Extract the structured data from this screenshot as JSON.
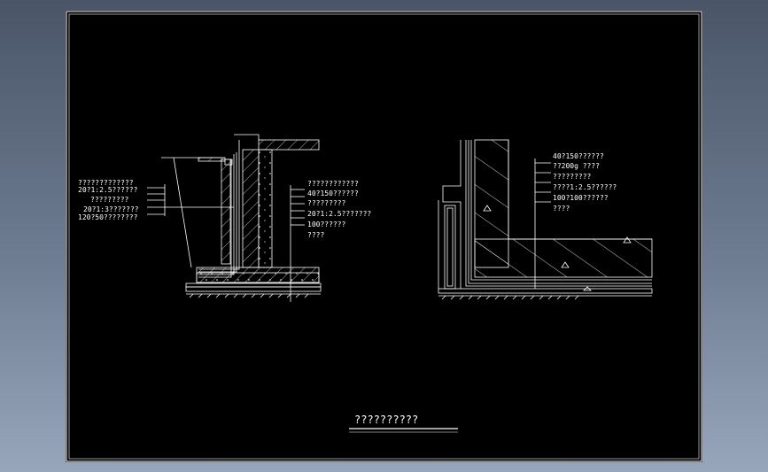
{
  "viewport": {
    "background_color": "#6e7d92"
  },
  "sheet": {
    "background_color": "#000000",
    "line_color": "#ffffff"
  },
  "left_detail": {
    "left_labels": [
      "?????????????",
      "20?1:2.5??????",
      "?????????",
      "20?1:3???????",
      "120?50????????"
    ],
    "right_labels": [
      "????????????",
      "40?150??????",
      "?????????",
      "20?1:2.5???????",
      "100??????",
      "????"
    ]
  },
  "right_detail": {
    "labels": [
      "40?150??????",
      "??200g ????",
      "?????????",
      "????1:2.5??????",
      "100?100??????",
      "????"
    ]
  },
  "drawing_title": "??????????"
}
